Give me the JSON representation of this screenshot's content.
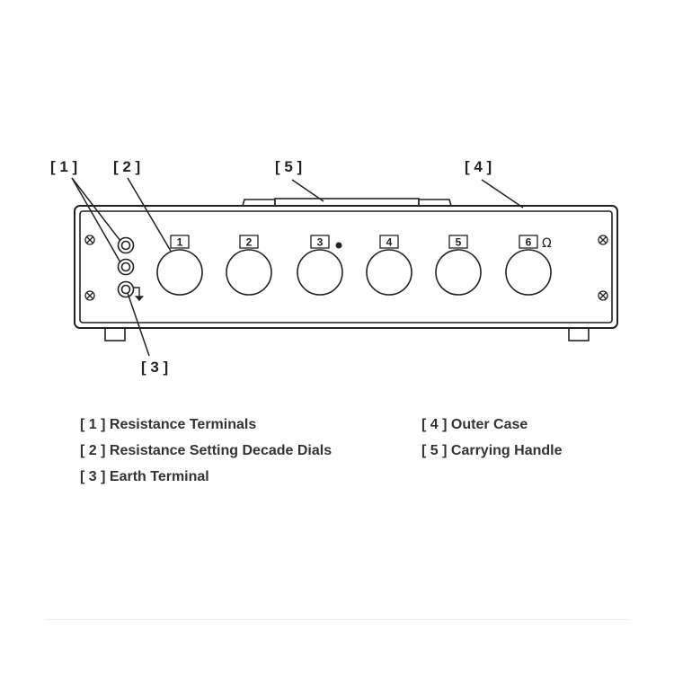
{
  "callouts": {
    "c1": "[ 1 ]",
    "c2": "[ 2 ]",
    "c3": "[ 3 ]",
    "c4": "[ 4 ]",
    "c5": "[ 5 ]"
  },
  "dials": [
    "1",
    "2",
    "3",
    "4",
    "5",
    "6"
  ],
  "units_symbol": "Ω",
  "legend": {
    "left": [
      "[ 1 ] Resistance Terminals",
      "[ 2 ] Resistance Setting Decade Dials",
      "[ 3 ] Earth Terminal"
    ],
    "right": [
      "[ 4 ] Outer Case",
      "[ 5 ] Carrying Handle"
    ]
  },
  "colors": {
    "line": "#222222",
    "background": "#ffffff",
    "divider": "#eeeeee"
  }
}
